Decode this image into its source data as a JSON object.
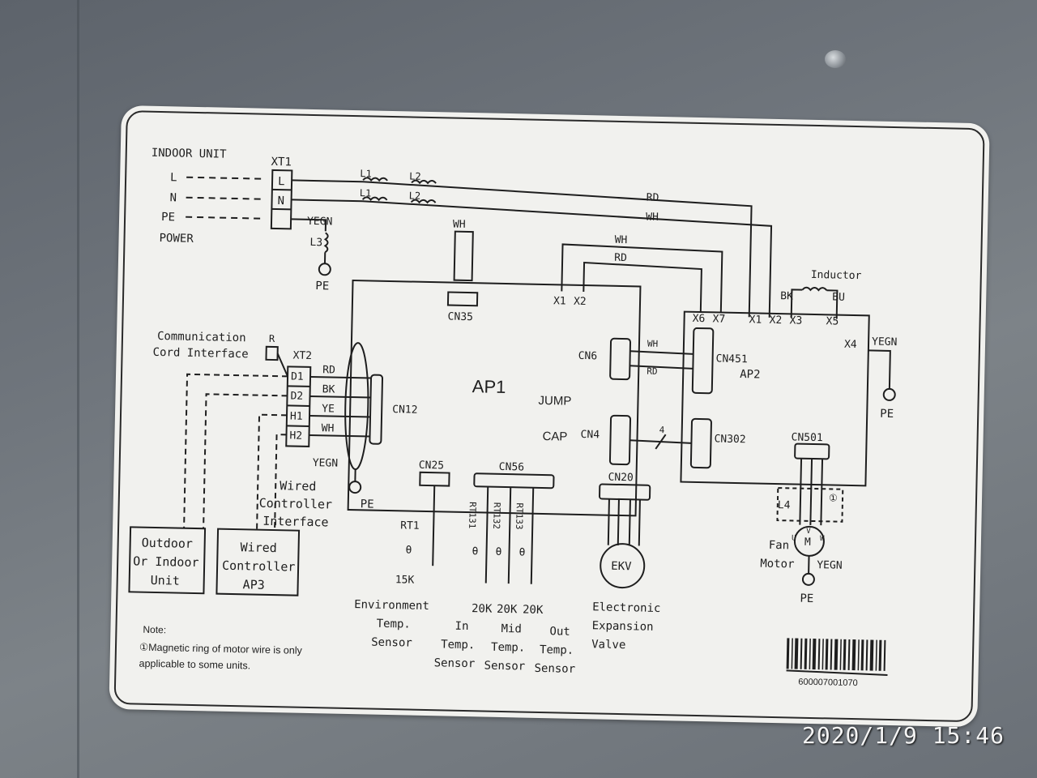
{
  "indoor_unit": {
    "title": "INDOOR UNIT",
    "terminals": [
      "L",
      "N",
      "PE"
    ],
    "power": "POWER"
  },
  "xt1": {
    "label": "XT1",
    "pins": [
      "L",
      "N"
    ]
  },
  "filters": {
    "l1": "L1",
    "l2": "L2",
    "l3": "L3"
  },
  "wires": {
    "rd": "RD",
    "wh": "WH",
    "bk": "BK",
    "ye": "YE",
    "yegn": "YEGN",
    "bu": "BU"
  },
  "pe": "PE",
  "ap1": {
    "label": "AP1",
    "jump": "JUMP",
    "cap": "CAP",
    "connectors": {
      "cn35": "CN35",
      "cn6": "CN6",
      "cn12": "CN12",
      "cn4": "CN4",
      "cn25": "CN25",
      "cn56": "CN56",
      "cn20": "CN20"
    },
    "x1": "X1",
    "x2": "X2"
  },
  "ap2": {
    "label": "AP2",
    "terminals": {
      "x6": "X6",
      "x7": "X7",
      "x1": "X1",
      "x2": "X2",
      "x3": "X3",
      "x5": "X5",
      "x4": "X4"
    },
    "connectors": {
      "cn451": "CN451",
      "cn302": "CN302",
      "cn501": "CN501"
    },
    "inductor": "Inductor"
  },
  "bus_count": "4",
  "xt2": {
    "label": "XT2",
    "r": "R",
    "pins": [
      "D1",
      "D2",
      "H1",
      "H2"
    ]
  },
  "comm_iface": {
    "line1": "Communication",
    "line2": "Cord Interface"
  },
  "wired_iface": {
    "line1": "Wired",
    "line2": "Controller",
    "line3": "Interface"
  },
  "outdoor_box": {
    "line1": "Outdoor",
    "line2": "Or Indoor",
    "line3": "Unit"
  },
  "controller_box": {
    "line1": "Wired",
    "line2": "Controller",
    "line3": "AP3"
  },
  "sensors": {
    "rt1": "RT1",
    "rt131": "RT131",
    "rt132": "RT132",
    "rt133": "RT133",
    "theta": "θ",
    "r15k": "15K",
    "r20k": "20K",
    "env": {
      "line1": "Environment",
      "line2": "Temp.",
      "line3": "Sensor"
    },
    "in": {
      "line1": "In",
      "line2": "Temp.",
      "line3": "Sensor"
    },
    "mid": {
      "line1": "Mid",
      "line2": "Temp.",
      "line3": "Sensor"
    },
    "out": {
      "line1": "Out",
      "line2": "Temp.",
      "line3": "Sensor"
    }
  },
  "ekv": {
    "label": "EKV",
    "line1": "Electronic",
    "line2": "Expansion",
    "line3": "Valve"
  },
  "fan": {
    "l4": "L4",
    "line1": "Fan",
    "line2": "Motor",
    "note_mark": "①",
    "m": "M",
    "u": "U",
    "v": "V",
    "w": "W"
  },
  "note": {
    "title": "Note:",
    "line1": "①Magnetic ring of motor wire is only",
    "line2": "applicable to some units."
  },
  "barcode": {
    "number": "600007001070"
  },
  "timestamp": "2020/1/9  15:46"
}
